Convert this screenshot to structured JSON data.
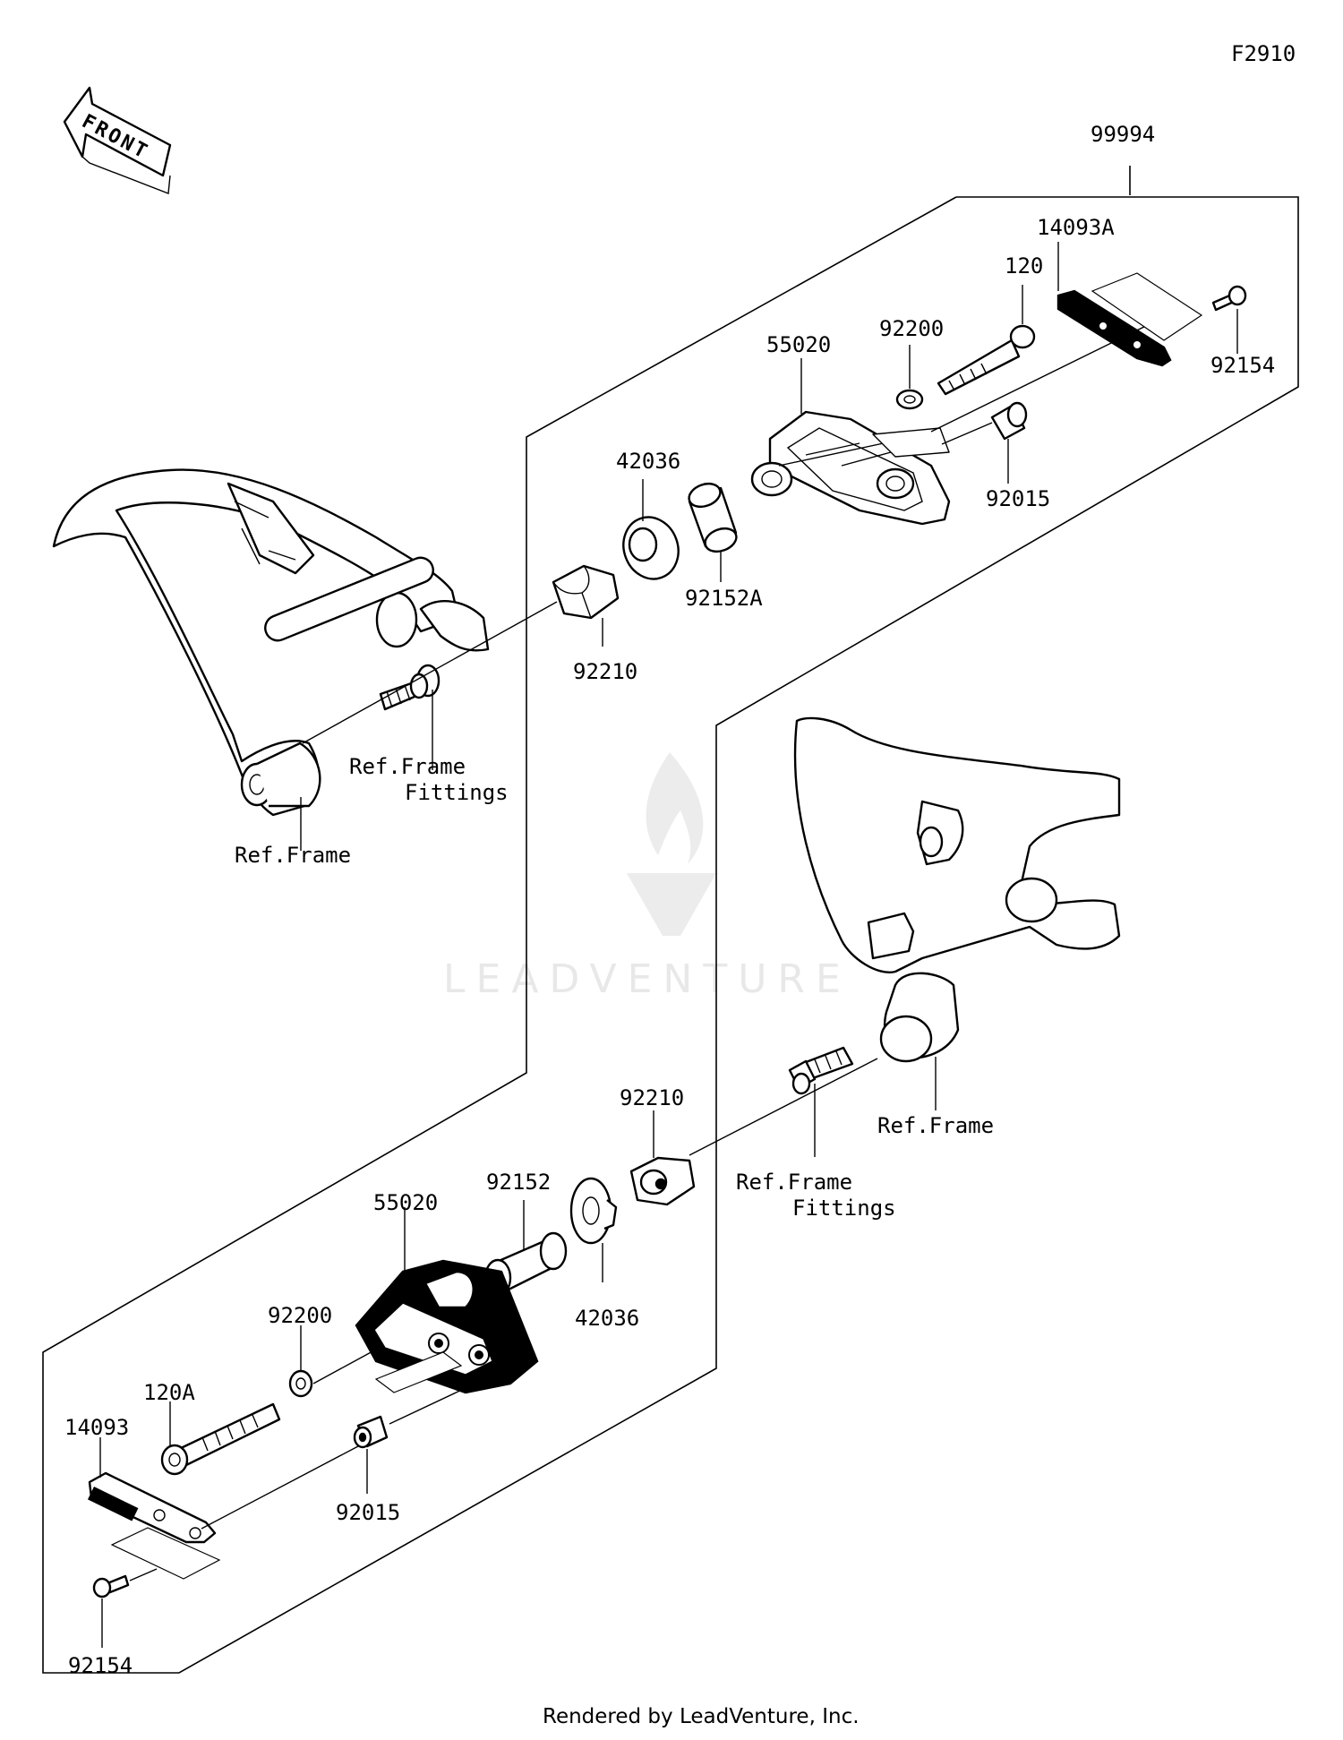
{
  "diagram": {
    "figure_code": "F2910",
    "front_label": "FRONT",
    "watermark": "LEADVENTURE",
    "footer": "Rendered by LeadVenture, Inc.",
    "labels": {
      "set_99994": "99994",
      "p14093A": "14093A",
      "p120": "120",
      "p92200_top": "92200",
      "p55020_top": "55020",
      "p92154_top": "92154",
      "p42036_top": "42036",
      "p92015_top": "92015",
      "p92152A": "92152A",
      "p92210_top": "92210",
      "ref_frame_fittings_top_1": "Ref.Frame",
      "ref_frame_fittings_top_2": "Fittings",
      "ref_frame_top": "Ref.Frame",
      "p92210_bot": "92210",
      "ref_frame_bot": "Ref.Frame",
      "p92152": "92152",
      "ref_frame_fittings_bot_1": "Ref.Frame",
      "ref_frame_fittings_bot_2": "Fittings",
      "p55020_bot": "55020",
      "p42036_bot": "42036",
      "p92200_bot": "92200",
      "p120A": "120A",
      "p14093": "14093",
      "p92015_bot": "92015",
      "p92154_bot": "92154"
    }
  }
}
